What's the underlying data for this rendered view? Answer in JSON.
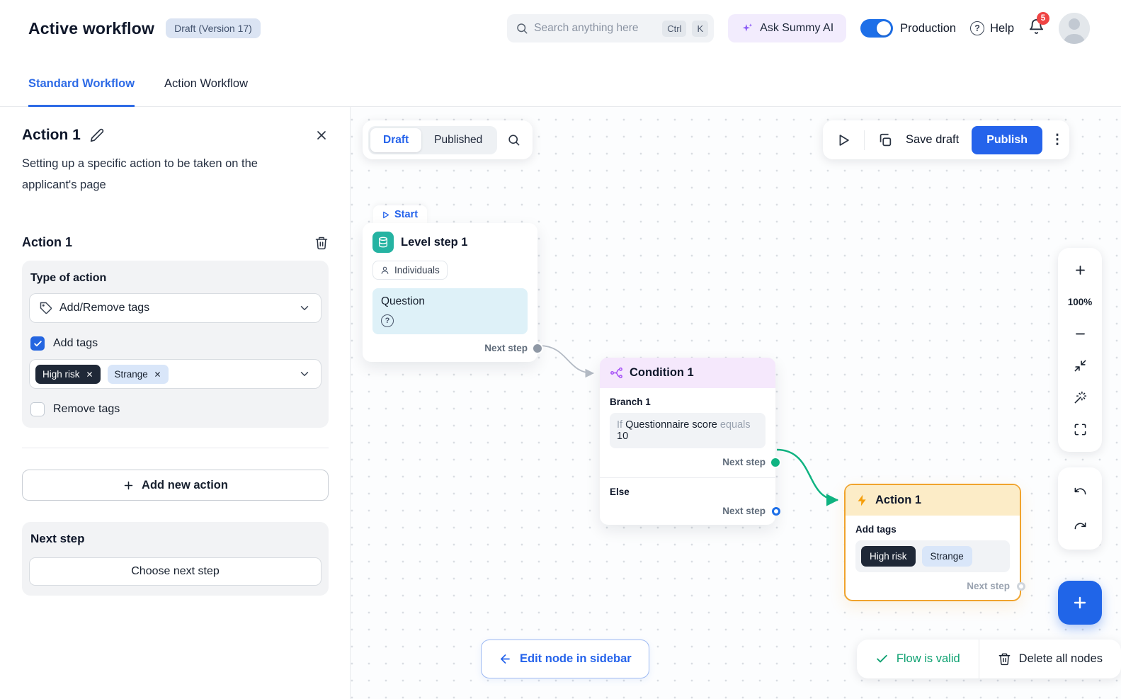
{
  "colors": {
    "accent_blue": "#2563eb",
    "purple": "#a855f7",
    "teal": "#25b3a2",
    "amber": "#f59e0b",
    "green": "#10b981",
    "red": "#ef4444"
  },
  "header": {
    "title": "Active workflow",
    "version_badge": "Draft (Version 17)",
    "search": {
      "placeholder": "Search anything here",
      "key_ctrl": "Ctrl",
      "key_k": "K"
    },
    "ask_ai": "Ask Summy AI",
    "production": "Production",
    "help": "Help",
    "notifications": "5"
  },
  "tabs": {
    "standard": "Standard Workflow",
    "action": "Action Workflow"
  },
  "sidebar": {
    "title": "Action 1",
    "description": "Setting up a specific action to be taken on the applicant's page",
    "section_title": "Action 1",
    "type_of_action": "Type of action",
    "type_value": "Add/Remove tags",
    "add_tags": "Add tags",
    "tags": [
      {
        "label": "High risk"
      },
      {
        "label": "Strange"
      }
    ],
    "remove_tags": "Remove tags",
    "add_new_action": "Add new action",
    "next_step": "Next step",
    "choose_next_step": "Choose next step"
  },
  "canvas": {
    "mode": {
      "draft": "Draft",
      "published": "Published"
    },
    "toolbar": {
      "save_draft": "Save draft",
      "publish": "Publish"
    },
    "zoom": "100%",
    "start": "Start",
    "level_node": {
      "title": "Level step 1",
      "audience": "Individuals",
      "section": "Question",
      "next_step": "Next step"
    },
    "condition_node": {
      "title": "Condition 1",
      "branch": "Branch 1",
      "if": "If",
      "field": "Questionnaire score",
      "operator": "equals",
      "value": "10",
      "next_step": "Next step",
      "else": "Else",
      "else_next_step": "Next step"
    },
    "action_node": {
      "title": "Action 1",
      "add_tags": "Add tags",
      "tags": [
        "High risk",
        "Strange"
      ],
      "next_step": "Next step"
    },
    "footer": {
      "edit_node": "Edit node in sidebar",
      "flow_valid": "Flow is valid",
      "delete_all": "Delete all nodes"
    }
  }
}
